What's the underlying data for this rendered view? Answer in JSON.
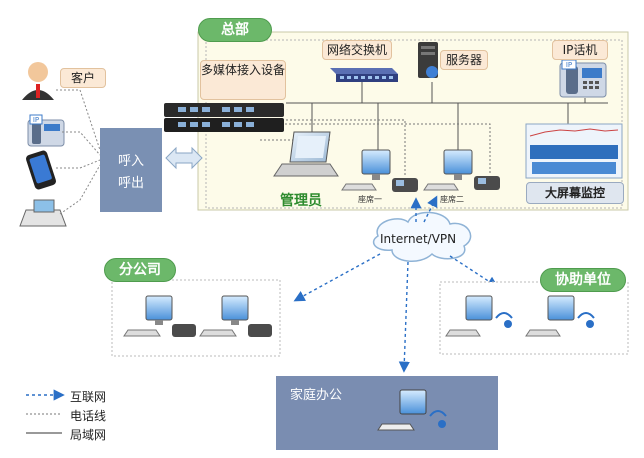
{
  "hq": {
    "title": "总部",
    "multimedia_gateway": "多媒体接入设备",
    "switch": "网络交换机",
    "server": "服务器",
    "ip_phone": "IP话机",
    "admin": "管理员",
    "seat_one": "座席一",
    "seat_two": "座席二",
    "big_screen": "大屏幕监控"
  },
  "customer": {
    "label": "客户",
    "ip_badge": "IP"
  },
  "call_box": {
    "line1": "呼入",
    "line2": "呼出"
  },
  "cloud": {
    "label": "Internet/VPN"
  },
  "branch": {
    "title": "分公司"
  },
  "partner": {
    "title": "协助单位"
  },
  "home": {
    "title": "家庭办公"
  },
  "legend": {
    "internet": "互联网",
    "phone_line": "电话线",
    "lan": "局域网"
  },
  "colors": {
    "green_pill": "#6cb86a",
    "panel_fill": "#fdfbe9",
    "box_blue": "#7a90b3",
    "home_box": "#7a8db1",
    "internet_arrow": "#2a6fc6",
    "cloud_stroke": "#8fb3d6"
  }
}
